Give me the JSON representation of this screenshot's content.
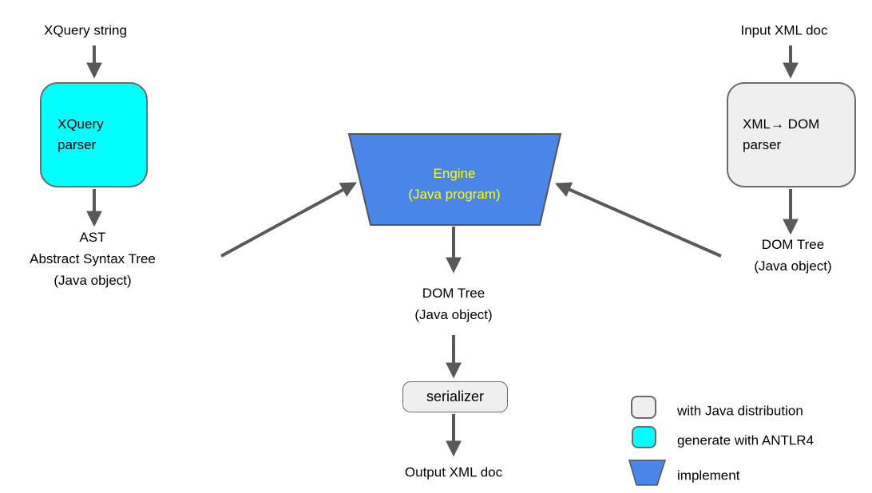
{
  "diagram": {
    "title_hint": "XQuery engine data-flow diagram",
    "nodes": {
      "xquery_string": "XQuery string",
      "xquery_parser": {
        "line1": "XQuery",
        "line2": "parser"
      },
      "ast": {
        "line1": "AST",
        "line2": "Abstract Syntax Tree",
        "line3": "(Java object)"
      },
      "engine": {
        "line1": "Engine",
        "line2": "(Java program)"
      },
      "input_xml_doc": "Input XML doc",
      "xml_dom_parser": {
        "line1": "XML→ DOM",
        "line2": "parser"
      },
      "dom_tree_right": {
        "line1": "DOM Tree",
        "line2": "(Java object)"
      },
      "dom_tree_center": {
        "line1": "DOM Tree",
        "line2": "(Java object)"
      },
      "serializer": "serializer",
      "output_xml_doc": "Output XML doc"
    },
    "legend": {
      "items": [
        {
          "swatch": "rounded-rect-gray",
          "label": "with Java distribution"
        },
        {
          "swatch": "rounded-rect-cyan",
          "label": "generate with  ANTLR4"
        },
        {
          "swatch": "trapezoid-blue",
          "label": "implement"
        }
      ]
    },
    "colors": {
      "background": "#FFFFFF",
      "text": "#000000",
      "cyan": "#00FFFF",
      "gray_fill": "#EFEFEF",
      "blue": "#4A86E8",
      "yellow_text": "#FFFF00",
      "arrow": "#595959",
      "border": "#6B6B6B"
    }
  }
}
